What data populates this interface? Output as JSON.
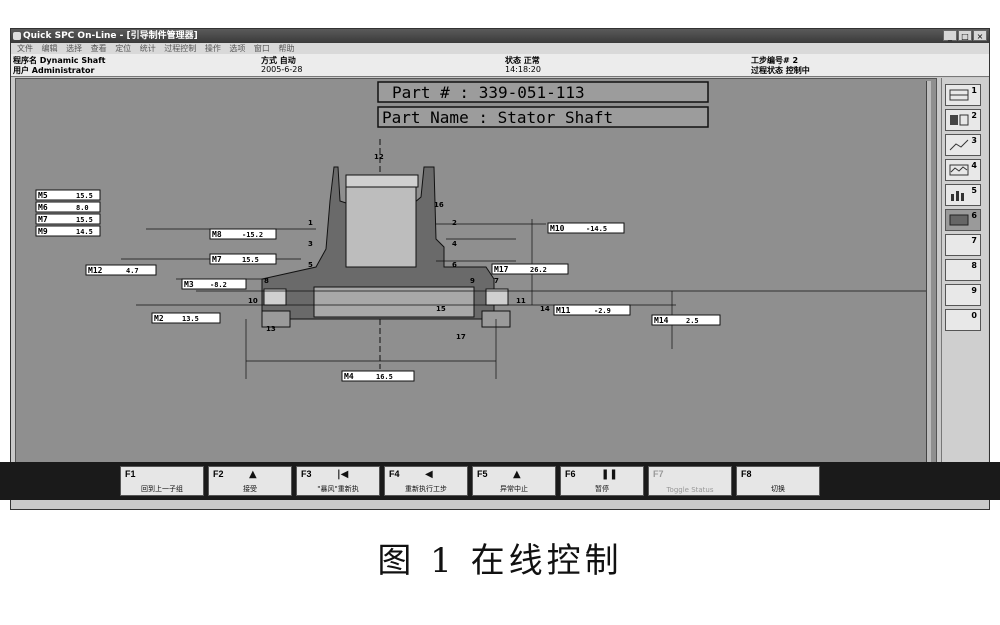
{
  "window": {
    "title": "Quick SPC On-Line - [引导制件管理器]",
    "buttons": [
      "_",
      "□",
      "×"
    ]
  },
  "menu": [
    "文件",
    "编辑",
    "选择",
    "查看",
    "定位",
    "统计",
    "过程控制",
    "操作",
    "选项",
    "窗口",
    "帮助"
  ],
  "info": {
    "program_label": "程序名 Dynamic Shaft",
    "user_label": "用户 Administrator",
    "mode_label": "方式 自动",
    "date": "2005-6-28",
    "status_label": "状态 正常",
    "time": "14:18:20",
    "step_label": "工步编号# 2",
    "process_label": "过程状态 控制中"
  },
  "part": {
    "number_label": "Part # : 339-051-113",
    "name_label": "Part Name : Stator Shaft"
  },
  "measurements": [
    {
      "label": "M5",
      "value": "15.5"
    },
    {
      "label": "M6",
      "value": "8.0"
    },
    {
      "label": "M7",
      "value": "15.5"
    },
    {
      "label": "M9",
      "value": "14.5"
    },
    {
      "label": "M8",
      "value": "-15.2"
    },
    {
      "label": "M7",
      "value": "15.5"
    },
    {
      "label": "M12",
      "value": "4.7"
    },
    {
      "label": "M3",
      "value": "-8.2"
    },
    {
      "label": "M2",
      "value": "13.5"
    },
    {
      "label": "M10",
      "value": "-14.5"
    },
    {
      "label": "M17",
      "value": "26.2"
    },
    {
      "label": "M11",
      "value": "-2.9"
    },
    {
      "label": "M14",
      "value": "2.5"
    },
    {
      "label": "M4",
      "value": "16.5"
    }
  ],
  "points": [
    "1",
    "2",
    "3",
    "4",
    "5",
    "6",
    "7",
    "8",
    "9",
    "10",
    "11",
    "12",
    "13",
    "14",
    "15",
    "16",
    "17"
  ],
  "right_tabs": [
    "1",
    "2",
    "3",
    "4",
    "5",
    "6",
    "7",
    "8",
    "9",
    "0"
  ],
  "fkeys": [
    {
      "key": "F1",
      "desc": "回到上一子组",
      "glyph": "",
      "enabled": true
    },
    {
      "key": "F2",
      "desc": "接受",
      "glyph": "▲",
      "enabled": true
    },
    {
      "key": "F3",
      "desc": "\"暴风\"重新执",
      "glyph": "|◀",
      "enabled": true
    },
    {
      "key": "F4",
      "desc": "重新执行工步",
      "glyph": "◀",
      "enabled": true
    },
    {
      "key": "F5",
      "desc": "异常中止",
      "glyph": "▲",
      "enabled": true
    },
    {
      "key": "F6",
      "desc": "暂停",
      "glyph": "❚❚",
      "enabled": true
    },
    {
      "key": "F7",
      "desc": "Toggle Status",
      "glyph": "",
      "enabled": false
    },
    {
      "key": "F8",
      "desc": "切换",
      "glyph": "",
      "enabled": true
    }
  ],
  "caption": "图 1 在线控制"
}
